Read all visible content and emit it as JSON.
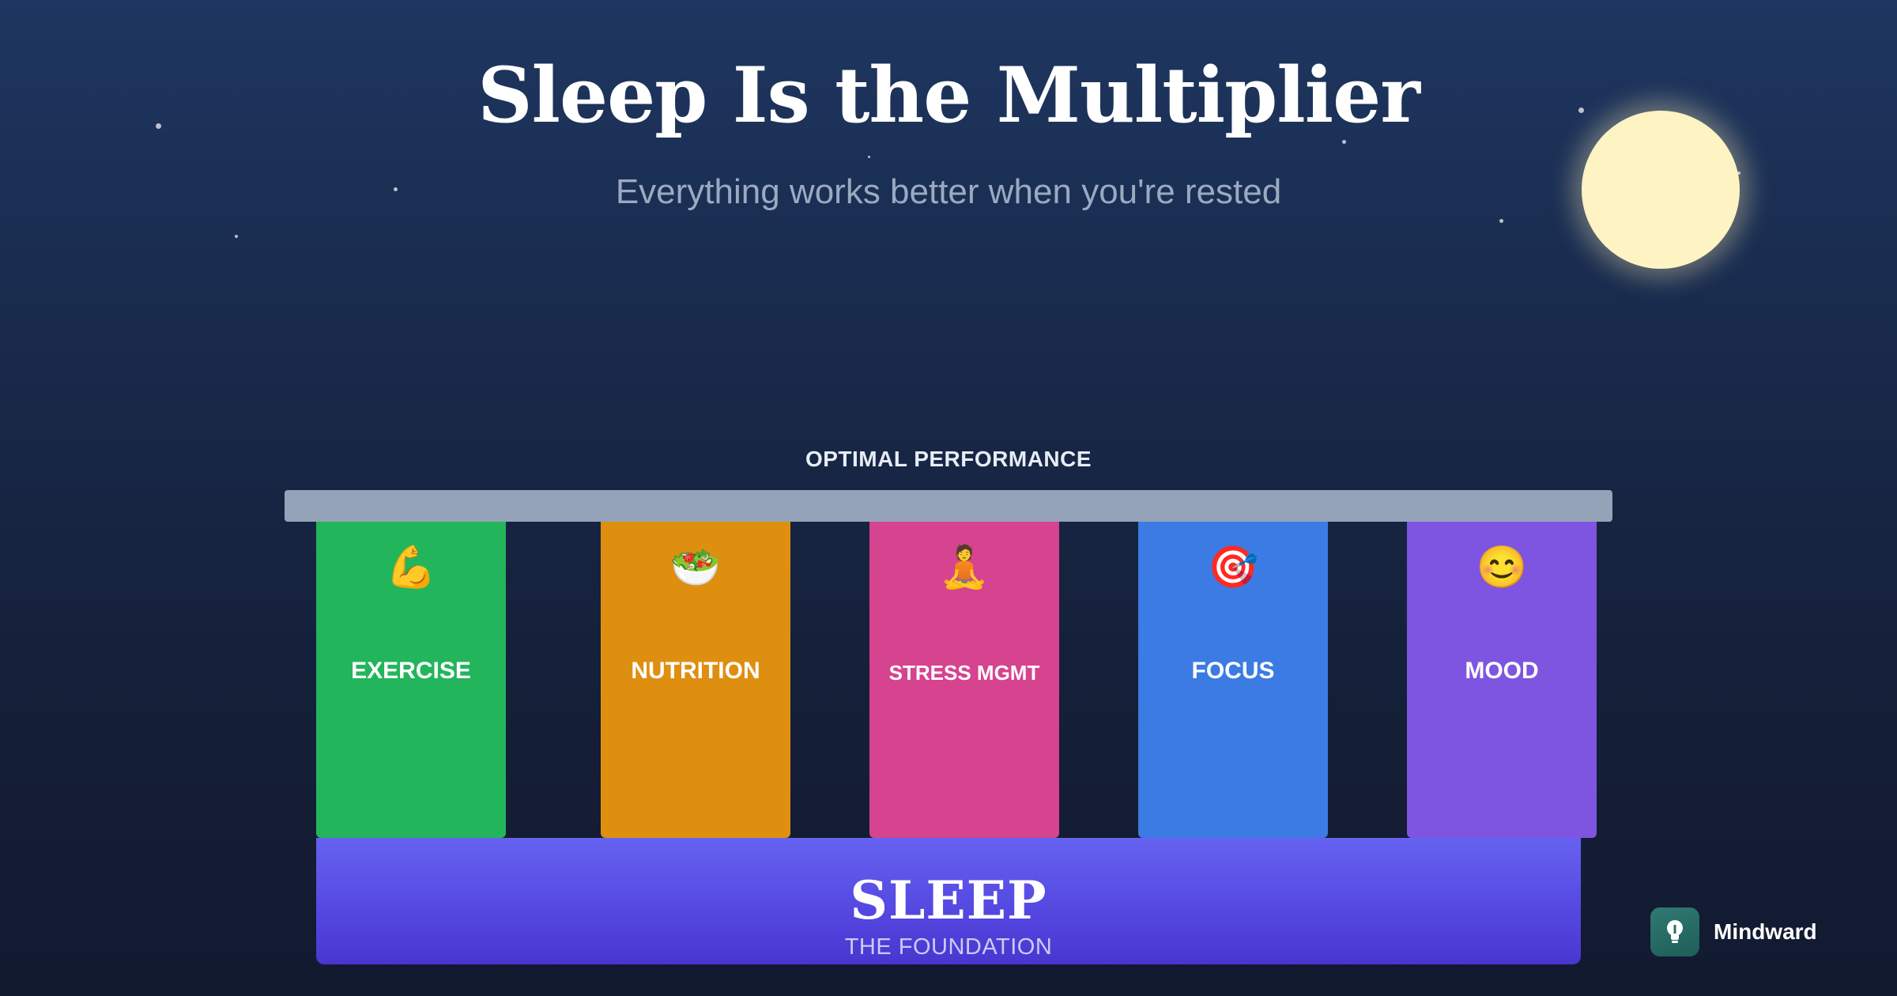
{
  "header": {
    "title": "Sleep Is the Multiplier",
    "subtitle": "Everything works better when you're rested"
  },
  "diagram": {
    "roof_label": "OPTIMAL PERFORMANCE",
    "pillars": [
      {
        "label": "EXERCISE",
        "icon": "💪",
        "icon_name": "flexed-biceps-icon",
        "color": "#22b55c"
      },
      {
        "label": "NUTRITION",
        "icon": "🥗",
        "icon_name": "salad-icon",
        "color": "#df8f10"
      },
      {
        "label": "STRESS MGMT",
        "icon": "🧘",
        "icon_name": "meditation-icon",
        "color": "#d6438f"
      },
      {
        "label": "FOCUS",
        "icon": "🎯",
        "icon_name": "target-icon",
        "color": "#3b7be3"
      },
      {
        "label": "MOOD",
        "icon": "😊",
        "icon_name": "smiling-face-icon",
        "color": "#7e55e0"
      }
    ],
    "foundation": {
      "title": "SLEEP",
      "subtitle": "THE FOUNDATION"
    }
  },
  "brand": {
    "name": "Mindward",
    "icon_name": "lightbulb-icon"
  },
  "colors": {
    "roof": "#94a3b8",
    "moon": "#fef3c2",
    "foundation": "#5549e2",
    "background": "#182848"
  }
}
